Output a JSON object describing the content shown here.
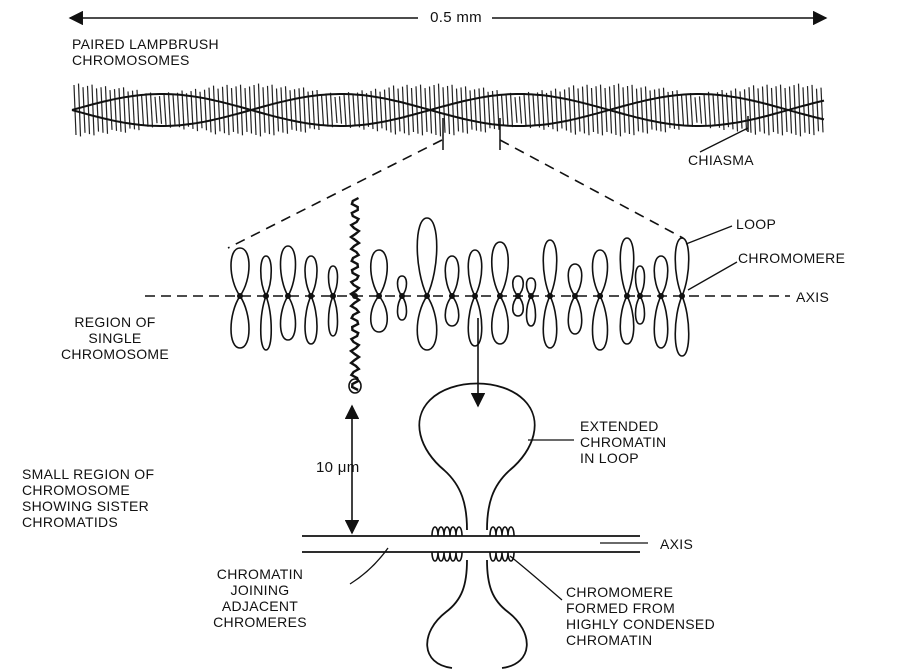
{
  "labels": {
    "scale_top": "0.5 mm",
    "paired": "PAIRED LAMPBRUSH\nCHROMOSOMES",
    "chiasma": "CHIASMA",
    "loop": "LOOP",
    "chromomere": "CHROMOMERE",
    "axis_mid": "AXIS",
    "region_single": "REGION OF\nSINGLE\nCHROMOSOME",
    "extended": "EXTENDED\nCHROMATIN\nIN LOOP",
    "scale_small": "10 μm",
    "small_region": "SMALL REGION OF\nCHROMOSOME\nSHOWING SISTER\nCHROMATIDS",
    "axis_bottom": "AXIS",
    "joining": "CHROMATIN\nJOINING\nADJACENT\nCHROMERES",
    "formed": "CHROMOMERE\nFORMED FROM\nHIGHLY CONDENSED\nCHROMATIN"
  }
}
